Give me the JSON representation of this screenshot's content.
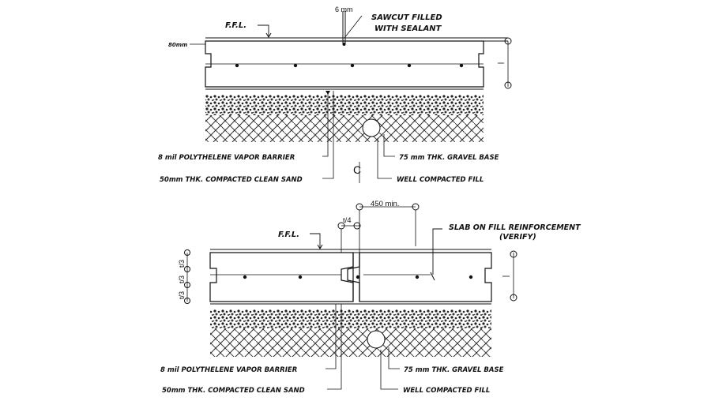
{
  "detail_top": {
    "ffl": "F.F.L.",
    "joint_width": "6 mm",
    "sawcut_line1": "SAWCUT FILLED",
    "sawcut_line2": "WITH SEALANT",
    "thickness_label": "80mm",
    "vapor_barrier": "8 mil POLYTHELENE VAPOR BARRIER",
    "clean_sand": "50mm THK. COMPACTED CLEAN SAND",
    "gravel_base": "75 mm THK. GRAVEL BASE",
    "compacted_fill": "WELL COMPACTED FILL"
  },
  "centerline_symbol": "C",
  "detail_bottom": {
    "dowel_length": "450 min.",
    "quarter_t": "t/4",
    "ffl": "F.F.L.",
    "reinforcement_line1": "SLAB ON FILL REINFORCEMENT",
    "reinforcement_line2": "(VERIFY)",
    "thirds": [
      "t/3",
      "t/3",
      "t/3"
    ],
    "vapor_barrier": "8 mil POLYTHELENE VAPOR BARRIER",
    "clean_sand": "50mm THK. COMPACTED CLEAN SAND",
    "gravel_base": "75 mm THK. GRAVEL BASE",
    "compacted_fill": "WELL COMPACTED FILL"
  }
}
